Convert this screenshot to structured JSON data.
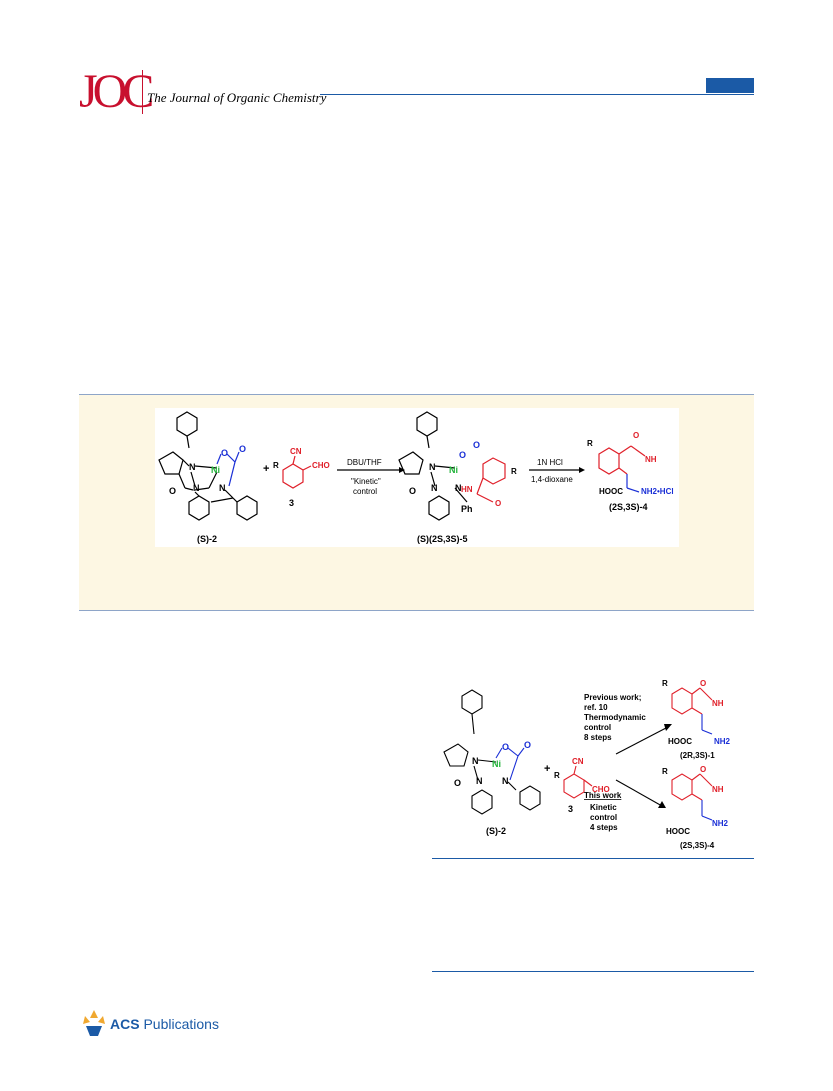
{
  "header": {
    "logo": "JOC",
    "journal_name": "The Journal of Organic Chemistry"
  },
  "scheme1": {
    "reagent_left": "(S)-2",
    "reagent_right_num": "3",
    "cn": "CN",
    "cho": "CHO",
    "r": "R",
    "step1_top": "DBU/THF",
    "step1_bot1": "\"Kinetic\"",
    "step1_bot2": "control",
    "intermediate": "(S)(2S,3S)-5",
    "step2_top": "1N HCl",
    "step2_bot": "1,4-dioxane",
    "product": "(2S,3S)-4",
    "ni": "Ni",
    "ph": "Ph",
    "o": "O",
    "n": "N",
    "nh": "NH",
    "hn": "HN",
    "hooc": "HOOC",
    "nh2hcl": "NH2•HCl",
    "plus": "+"
  },
  "scheme2": {
    "reagent_left": "(S)-2",
    "reagent_right_num": "3",
    "cn": "CN",
    "cho": "CHO",
    "r": "R",
    "prev_1": "Previous work;",
    "prev_2": "ref. 10",
    "prev_3": "Thermodynamic",
    "prev_4": "control",
    "prev_5": "8 steps",
    "this_1": "This work",
    "this_2": "Kinetic",
    "this_3": "control",
    "this_4": "4 steps",
    "product_top": "(2R,3S)-1",
    "product_bot": "(2S,3S)-4",
    "ni": "Ni",
    "o": "O",
    "n": "N",
    "nh": "NH",
    "hooc": "HOOC",
    "nh2": "NH2",
    "plus": "+"
  },
  "footer": {
    "acs": "ACS",
    "publications": "Publications"
  },
  "colors": {
    "brand_red": "#c8102e",
    "brand_blue": "#1b5aa6",
    "abstract_bg": "#fdf7e3",
    "chem_red": "#e0202a",
    "chem_blue": "#1a2fd6",
    "chem_green": "#22b33a"
  }
}
